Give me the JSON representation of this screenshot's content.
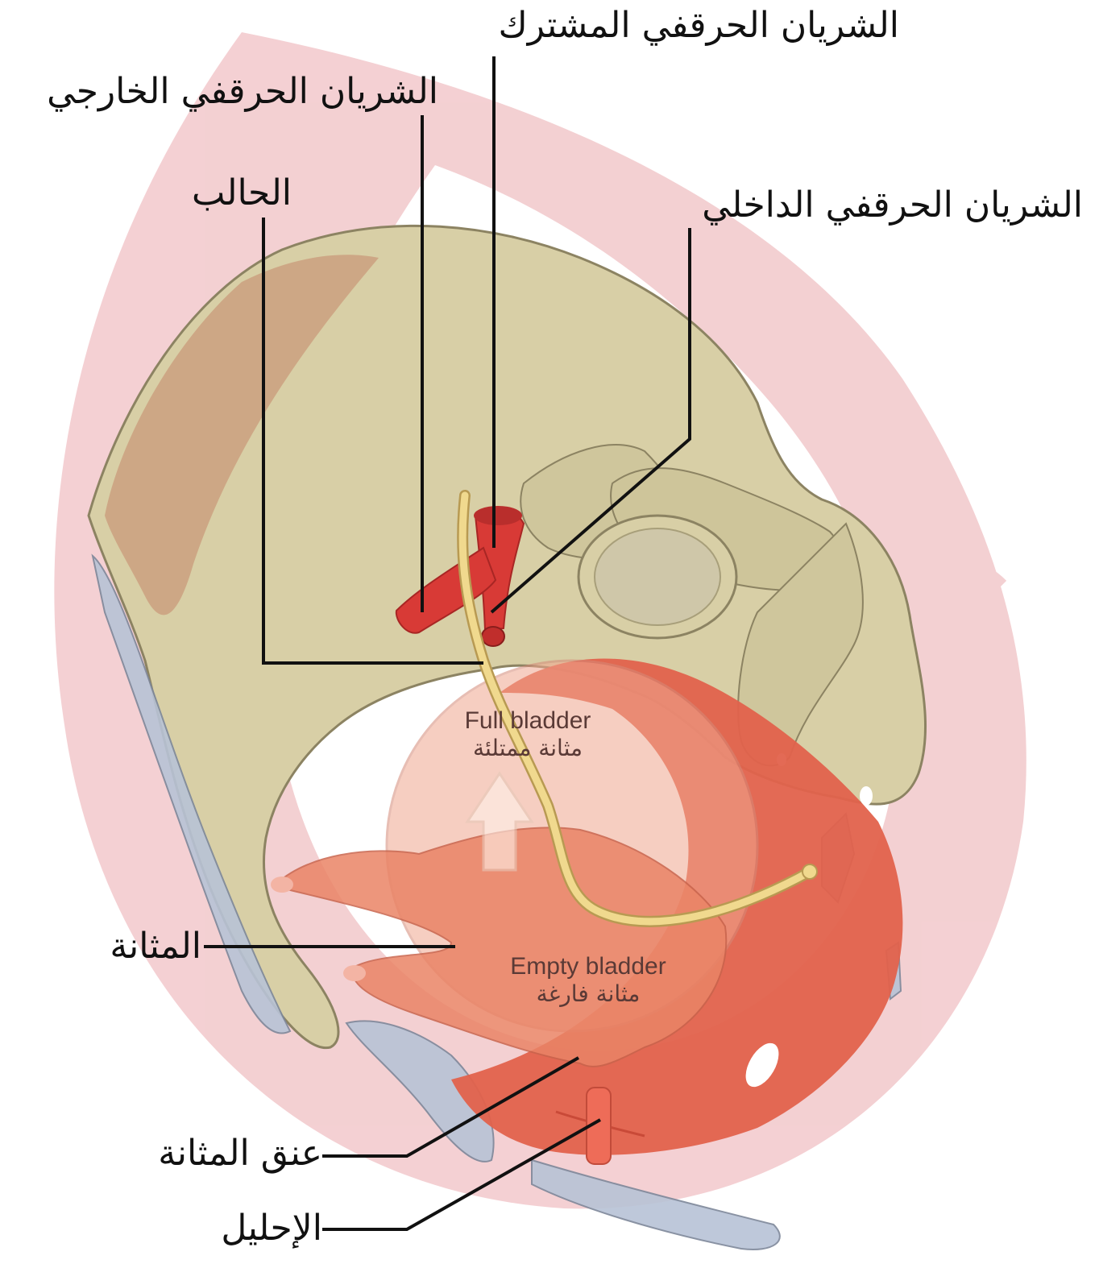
{
  "labels": {
    "common_iliac_artery": "الشريان الحرقفي المشترك",
    "external_iliac_artery": "الشريان الحرقفي الخارجي",
    "internal_iliac_artery": "الشريان الحرقفي الداخلي",
    "ureter": "الحالب",
    "bladder": "المثانة",
    "bladder_neck": "عنق المثانة",
    "urethra": "الإحليل"
  },
  "inner_labels": {
    "full_bladder_en": "Full bladder",
    "full_bladder_ar": "مثانة ممتلئة",
    "empty_bladder_en": "Empty bladder",
    "empty_bladder_ar": "مثانة فارغة"
  },
  "colors": {
    "bone": "#d8cfa6",
    "bone_dark": "#b9ae82",
    "muscle": "#e2624c",
    "artery": "#d83a36",
    "ureter": "#f0d98e",
    "watermark": "#f2c3c6",
    "bladder_full": "#f0a78f",
    "bladder_empty": "#ea8466",
    "line": "#111111"
  }
}
